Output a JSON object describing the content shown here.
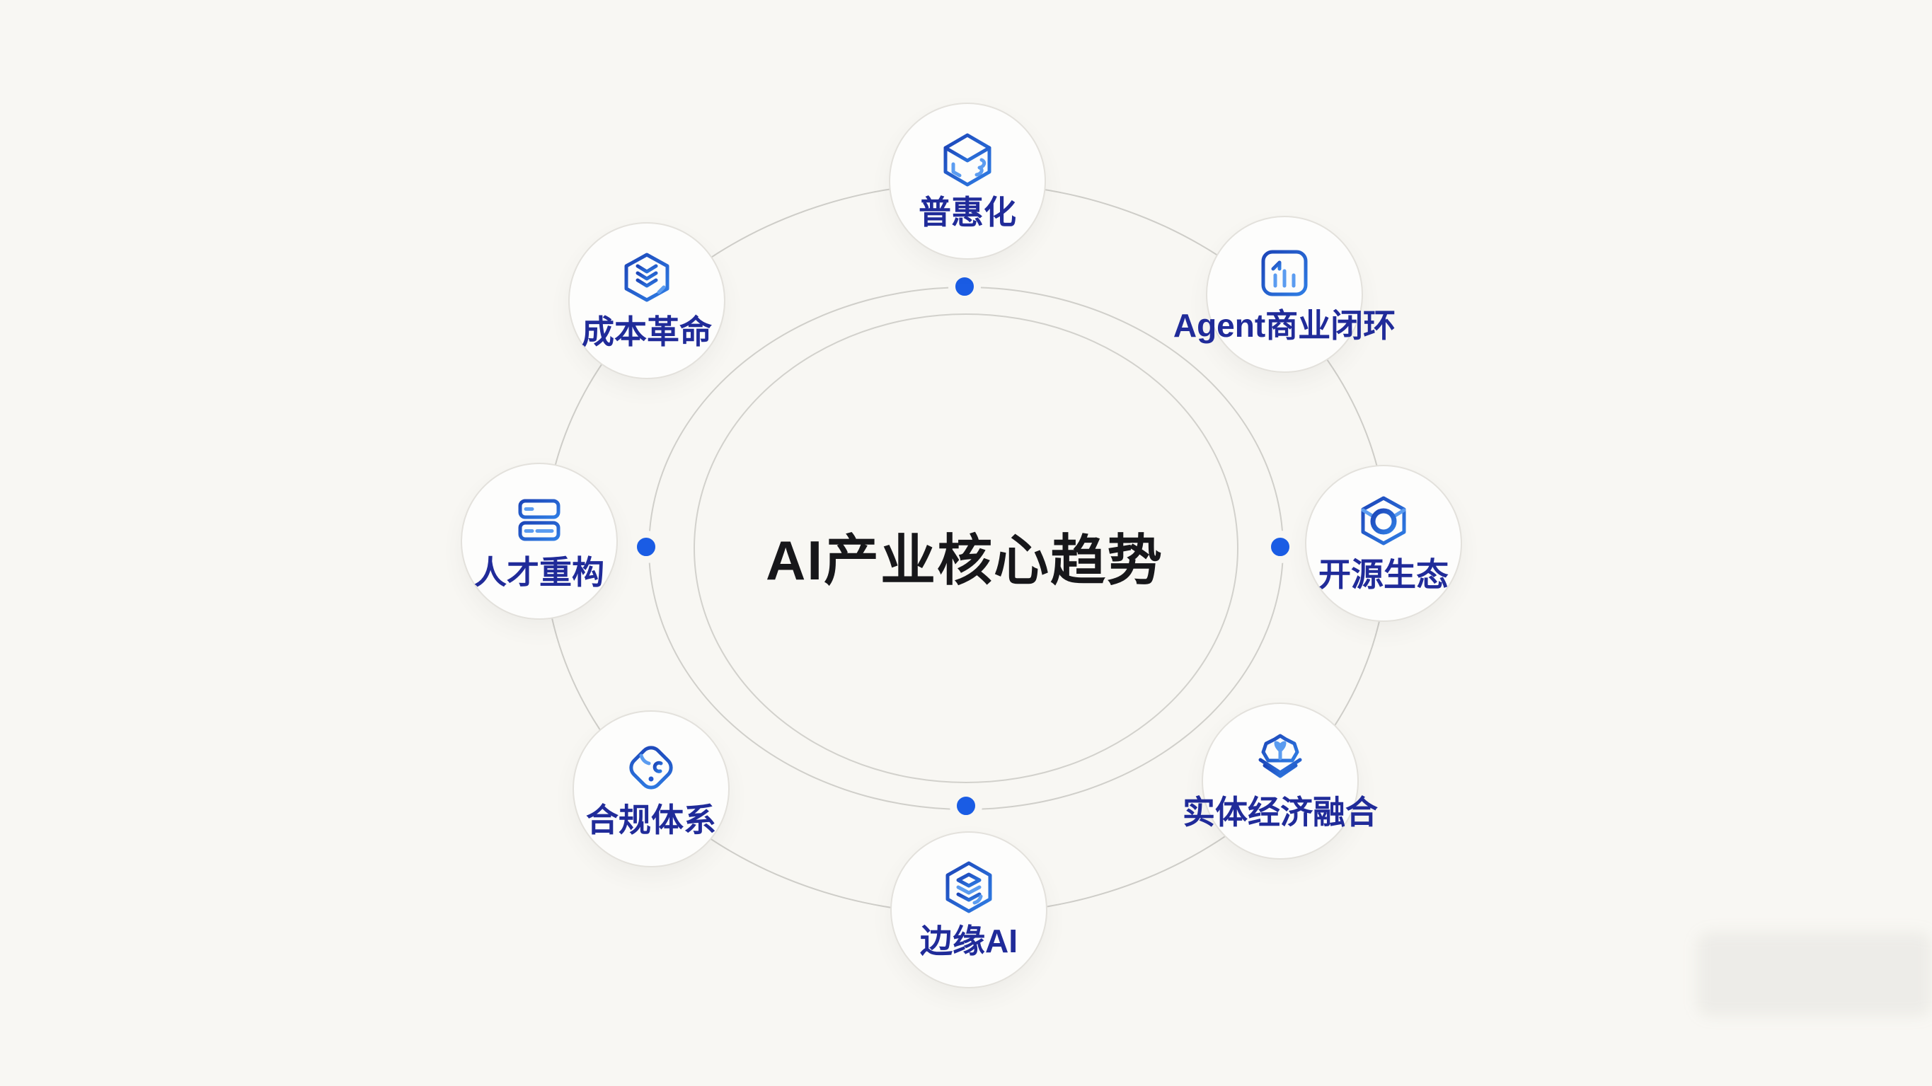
{
  "diagram": {
    "center_title": "AI产业核心趋势",
    "background_color": "#f8f7f3",
    "ring_color": "#cfcec9",
    "orbit_dot_color": "#1a5ce4",
    "label_color": "#202b99",
    "icon_stroke_colors": [
      "#1c45b8",
      "#2f7de4",
      "#5b9cf0"
    ],
    "nodes": [
      {
        "id": "inclusive",
        "label": "普惠化",
        "icon": "cube-icon",
        "position": "top"
      },
      {
        "id": "agent-loop",
        "label": "Agent商业闭环",
        "icon": "bar-chart-icon",
        "position": "top-right"
      },
      {
        "id": "open-source",
        "label": "开源生态",
        "icon": "hex-nut-icon",
        "position": "right"
      },
      {
        "id": "economy-fusion",
        "label": "实体经济融合",
        "icon": "fusion-box-icon",
        "position": "bottom-right"
      },
      {
        "id": "edge-ai",
        "label": "边缘AI",
        "icon": "layer-stack-icon",
        "position": "bottom"
      },
      {
        "id": "compliance",
        "label": "合规体系",
        "icon": "seal-icon",
        "position": "bottom-left"
      },
      {
        "id": "talent",
        "label": "人才重构",
        "icon": "server-rack-icon",
        "position": "left"
      },
      {
        "id": "cost",
        "label": "成本革命",
        "icon": "chevron-hex-icon",
        "position": "top-left"
      }
    ]
  }
}
